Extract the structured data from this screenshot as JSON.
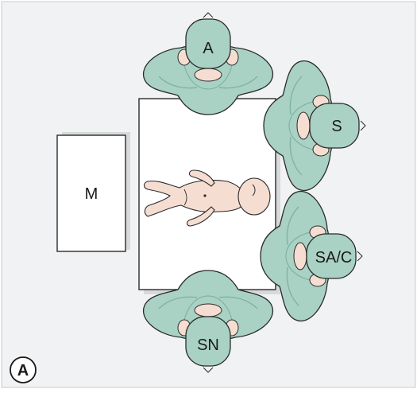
{
  "diagram": {
    "panel_letter": "A",
    "mayo_stand_label": "M",
    "people": {
      "anaesthetist": "A",
      "surgeon": "S",
      "surgical_assistant": "SA/C",
      "scrub_nurse": "SN"
    }
  },
  "colors": {
    "background": "#f1f2f3",
    "gown": "#a9d2c4",
    "gown_dark": "#7fb3a2",
    "cap": "#a9d2c4",
    "skin": "#f6ddd2",
    "shadow": "#d7d9db",
    "outline": "#2a2a2a"
  }
}
